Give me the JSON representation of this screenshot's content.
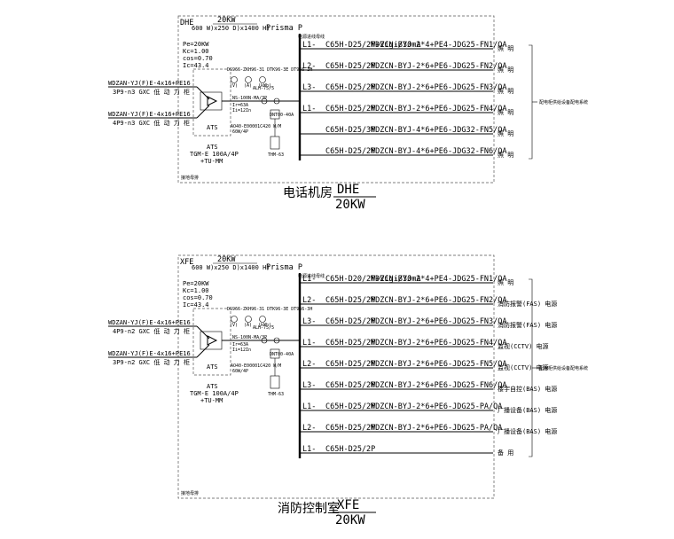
{
  "panels": [
    {
      "id": "DHE",
      "header": {
        "code": "DHE",
        "power": "20KW",
        "size": "600 W)x250 D)x1400 H)",
        "prisma": "Prisma P",
        "bus_note": "电源进线母线"
      },
      "params": [
        "Pe=20KW",
        "Kc=1.00",
        "cos=0.70",
        "Ic=43.4"
      ],
      "incomers": [
        {
          "cable": "WDZAN-YJ(F)E-4x16+PE16",
          "route": "3P9-n3 GXC 低 动 力 柜"
        },
        {
          "cable": "WDZAN-YJ(F)E-4x16+PE16",
          "route": "4P9-n3 GXC 低 动 力 柜"
        }
      ],
      "ats_label": "ATS",
      "ats_label2": "ATS",
      "tgm": [
        "TGM-E 100A/4P",
        "+TU-MM"
      ],
      "main_breaker": "NS-100N-MA/3P",
      "main_breaker_sub": [
        "Ir=63A",
        "Ii=12In"
      ],
      "meter": "ALH-75/5",
      "meter_top": "DS966-ZKH96-31 DTK96-3E DT966-3H",
      "meter_sub": [
        "(V)",
        "(A)",
        "(kWh)"
      ],
      "rcd": "DNT00-40A",
      "thm": "THM-63",
      "ammeter": "AO40-E00001C420 W/M",
      "ammeter_sub": "60W/4P",
      "surge_label": "防雷模块",
      "circuits": [
        {
          "phase": "L1-",
          "spec": "C65H-D25/2P+Vigi/30mA",
          "cable": "WDZCN-BYJ-2*4+PE4-JDG25-FN1/QA",
          "load": "照 明"
        },
        {
          "phase": "L2-",
          "spec": "C65H-D25/2P",
          "cable": "WDZCN-BYJ-2*6+PE6-JDG25-FN2/QA",
          "load": "照 明"
        },
        {
          "phase": "L3-",
          "spec": "C65H-D25/2P",
          "cable": "WDZCN-BYJ-2*6+PE6-JDG25-FN3/QA",
          "load": "照 明"
        },
        {
          "phase": "L1-",
          "spec": "C65H-D25/2P",
          "cable": "WDZCN-BYJ-2*6+PE6-JDG25-FN4/QA",
          "load": "照 明"
        },
        {
          "phase": "",
          "spec": "C65H-D25/3P",
          "cable": "WDZCN-BYJ-4*6+PE6-JDG32-FN5/QA",
          "load": "照 明"
        },
        {
          "phase": "",
          "spec": "C65H-D25/2P",
          "cable": "WDZCN-BYJ-4*6+PE6-JDG32-FN6/QA",
          "load": "照 明"
        }
      ],
      "group_label": "配电柜供给设备配电系统",
      "corner_mark": "接地母排",
      "caption": {
        "name": "电话机房",
        "code": "DHE",
        "power": "20KW"
      }
    },
    {
      "id": "XFE",
      "header": {
        "code": "XFE",
        "power": "20KW",
        "size": "600 W)x250 D)x1400 H)",
        "prisma": "Prisma P",
        "bus_note": "电源进线母线"
      },
      "params": [
        "Pe=20KW",
        "Kc=1.00",
        "cos=0.70",
        "Ic=43.4"
      ],
      "incomers": [
        {
          "cable": "WDZAN-YJ(F)E-4x16+PE16",
          "route": "4P9-n2 GXC 低 动 力 柜"
        },
        {
          "cable": "WDZAN-YJ(F)E-4x16+PE16",
          "route": "3P9-n2 GXC 低 动 力 柜"
        }
      ],
      "ats_label": "ATS",
      "ats_label2": "ATS",
      "tgm": [
        "TGM-E 100A/4P",
        "+TU-MM"
      ],
      "main_breaker": "NS-100N-MA/3P",
      "main_breaker_sub": [
        "Ir=63A",
        "Ii=12In"
      ],
      "meter": "ALH-75/5",
      "meter_top": "DS966-ZKH96-31 DTK96-3E DT966-3H",
      "meter_sub": [
        "(V)",
        "(A)",
        "(kWh)"
      ],
      "rcd": "DNT00-40A",
      "thm": "THM-63",
      "ammeter": "AO40-E00001C420 W/M",
      "ammeter_sub": "60W/4P",
      "surge_label": "防雷模块",
      "circuits": [
        {
          "phase": "L1-",
          "spec": "C65H-D20/2P+Vigi/30mA",
          "cable": "WDZCN-BYJ-2*4+PE4-JDG25-FN1/QA",
          "load": "照 明"
        },
        {
          "phase": "L2-",
          "spec": "C65H-D25/2P",
          "cable": "WDZCN-BYJ-2*6+PE6-JDG25-FN2/QA",
          "load": "消防报警(FAS) 电源"
        },
        {
          "phase": "L3-",
          "spec": "C65H-D25/2P",
          "cable": "WDZCN-BYJ-2*6+PE6-JDG25-FN3/QA",
          "load": "消防报警(FAS) 电源"
        },
        {
          "phase": "L1-",
          "spec": "C65H-D25/2P",
          "cable": "WDZCN-BYJ-2*6+PE6-JDG25-FN4/QA",
          "load": "监视(CCTV) 电源"
        },
        {
          "phase": "L2-",
          "spec": "C65H-D25/2P",
          "cable": "WDZCN-BYJ-2*6+PE6-JDG25-FN5/QA",
          "load": "监视(CCTV) 电源"
        },
        {
          "phase": "L3-",
          "spec": "C65H-D25/2P",
          "cable": "WDZCN-BYJ-2*6+PE6-JDG25-FN6/QA",
          "load": "楼宇自控(BAS) 电源"
        },
        {
          "phase": "L1-",
          "spec": "C65H-D25/2P",
          "cable": "WDZCN-BYJ-2*6+PE6-JDG25-PA/QA",
          "load": "广播设备(BAS) 电源"
        },
        {
          "phase": "L2-",
          "spec": "C65H-D25/2P",
          "cable": "WDZCN-BYJ-2*6+PE6-JDG25-PA/QA",
          "load": "广播设备(BAS) 电源"
        },
        {
          "phase": "L1-",
          "spec": "C65H-D25/2P",
          "cable": "",
          "load": "备 用"
        }
      ],
      "group_label": "配电柜供给设备配电系统",
      "corner_mark": "接地母排",
      "caption": {
        "name": "消防控制室",
        "code": "XFE",
        "power": "20KW"
      }
    }
  ]
}
